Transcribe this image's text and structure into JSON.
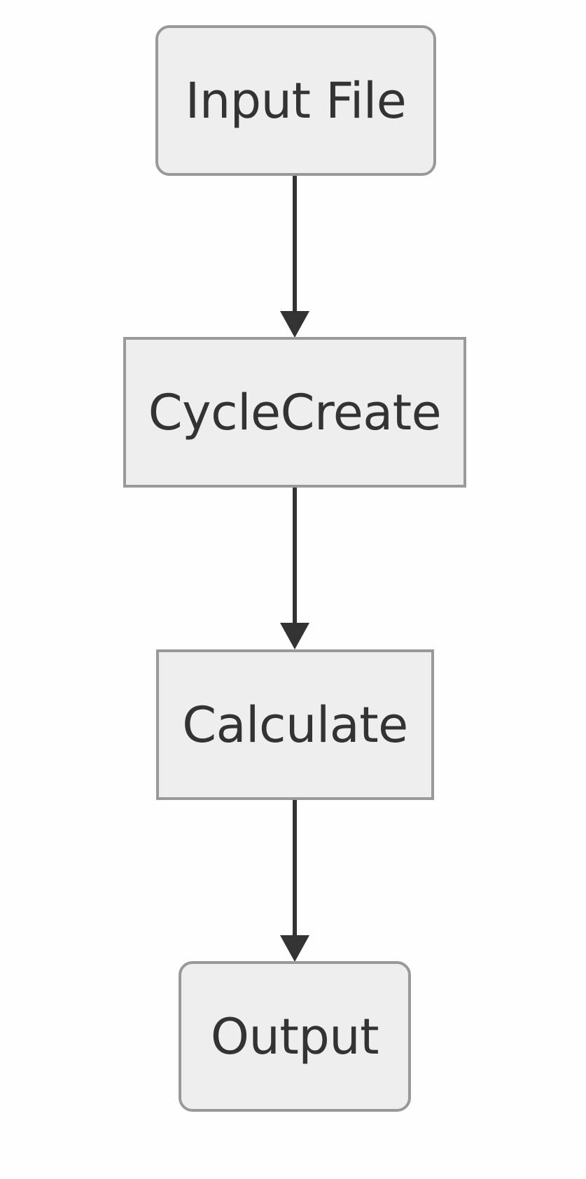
{
  "nodes": {
    "input_file": {
      "label": "Input File",
      "shape": "rounded"
    },
    "cycle_create": {
      "label": "CycleCreate",
      "shape": "rectangle"
    },
    "calculate": {
      "label": "Calculate",
      "shape": "rectangle"
    },
    "output": {
      "label": "Output",
      "shape": "rounded"
    }
  },
  "edges": [
    {
      "from": "Input File",
      "to": "CycleCreate"
    },
    {
      "from": "CycleCreate",
      "to": "Calculate"
    },
    {
      "from": "Calculate",
      "to": "Output"
    }
  ],
  "colors": {
    "node_fill": "#eeeeee",
    "node_border": "#999999",
    "text": "#333333",
    "edge": "#333333",
    "background": "#fefefe"
  }
}
